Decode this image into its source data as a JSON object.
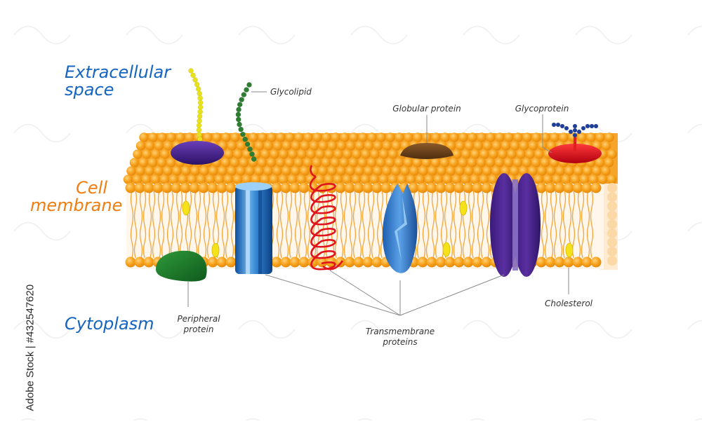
{
  "regions": {
    "extracellular": "Extracellular\nspace",
    "membrane": "Cell\nmembrane",
    "cytoplasm": "Cytoplasm"
  },
  "labels": {
    "glycolipid": "Glycolipid",
    "globular_protein": "Globular protein",
    "glycoprotein": "Glycoprotein",
    "peripheral_protein": "Peripheral\nprotein",
    "cholesterol": "Cholesterol",
    "transmembrane_proteins": "Transmembrane\nproteins"
  },
  "watermark": "Adobe Stock | #432547620",
  "colors": {
    "blue_text": "#1565c0",
    "orange_text": "#f07d10",
    "phospholipid_head": "#f7a21b",
    "cholesterol": "#f5e21a",
    "glycolipid_chain": "#2e7d32",
    "glycolipid_chain_yellow": "#e8e21d"
  }
}
